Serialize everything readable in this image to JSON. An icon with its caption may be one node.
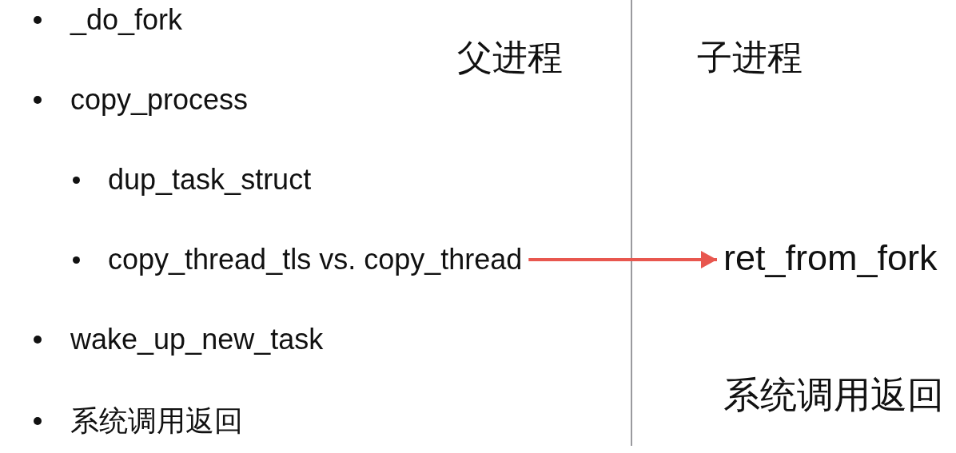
{
  "diagram": {
    "nodes": [
      {
        "text": [
          "copy_thread_tls vs. copy_thread"
        ]
      },
      {
        "text": [
          "ret_from_fork"
        ]
      }
    ],
    "edges": [
      {
        "from": 0,
        "to": 1,
        "arrow": "to"
      }
    ],
    "labels": [
      "_do_fork",
      "父进程",
      "子进程",
      "copy_process",
      "dup_task_struct",
      "wake_up_new_task",
      "系统调用返回",
      "系统调用返回"
    ]
  }
}
